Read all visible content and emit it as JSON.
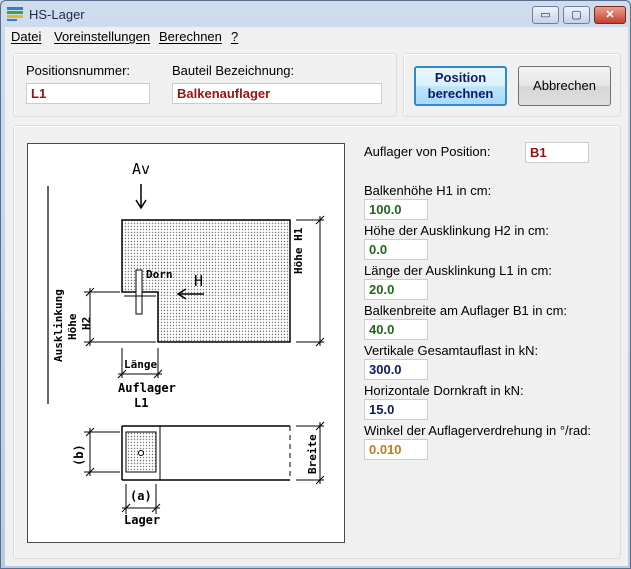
{
  "window": {
    "title": "HS-Lager",
    "min_glyph": "▭",
    "max_glyph": "▢",
    "close_glyph": "✕"
  },
  "menu": {
    "datei": "Datei",
    "voreinstellungen": "Voreinstellungen",
    "berechnen": "Berechnen",
    "help": "?"
  },
  "position": {
    "nummer_label": "Positionsnummer:",
    "nummer_value": "L1",
    "bezeichnung_label": "Bauteil Bezeichnung:",
    "bezeichnung_value": "Balkenauflager"
  },
  "buttons": {
    "berechnen_line1": "Position",
    "berechnen_line2": "berechnen",
    "abbrechen": "Abbrechen"
  },
  "inputs": {
    "auflager_label": "Auflager von Position:",
    "auflager_value": "B1",
    "h1_label": "Balkenhöhe H1 in cm:",
    "h1_value": "100.0",
    "h2_label": "Höhe der Ausklinkung H2 in cm:",
    "h2_value": "0.0",
    "l1_label": "Länge der Ausklinkung L1 in cm:",
    "l1_value": "20.0",
    "b1_label": "Balkenbreite am Auflager B1 in cm:",
    "b1_value": "40.0",
    "gesamt_label": "Vertikale Gesamtauflast in kN:",
    "gesamt_value": "300.0",
    "dorn_label": "Horizontale Dornkraft in kN:",
    "dorn_value": "15.0",
    "winkel_label": "Winkel der Auflagerverdrehung in °/rad:",
    "winkel_value": "0.010"
  },
  "drawing": {
    "av": "Av",
    "dorn": "Dorn",
    "h": "H",
    "hoehe_h1": "Höhe H1",
    "ausklinkung": "Ausklinkung",
    "hoehe": "Höhe",
    "h2": "H2",
    "laenge": "Länge",
    "auflager": "Auflager",
    "l1": "L1",
    "b": "(b)",
    "breite": "Breite",
    "a": "(a)",
    "lager": "Lager"
  },
  "colors": {
    "value_red": "#9a1212",
    "value_green": "#1c6b14",
    "value_navy": "#0e1a66",
    "value_orange": "#c47a1c",
    "accent_blue": "#2f8ad0"
  }
}
